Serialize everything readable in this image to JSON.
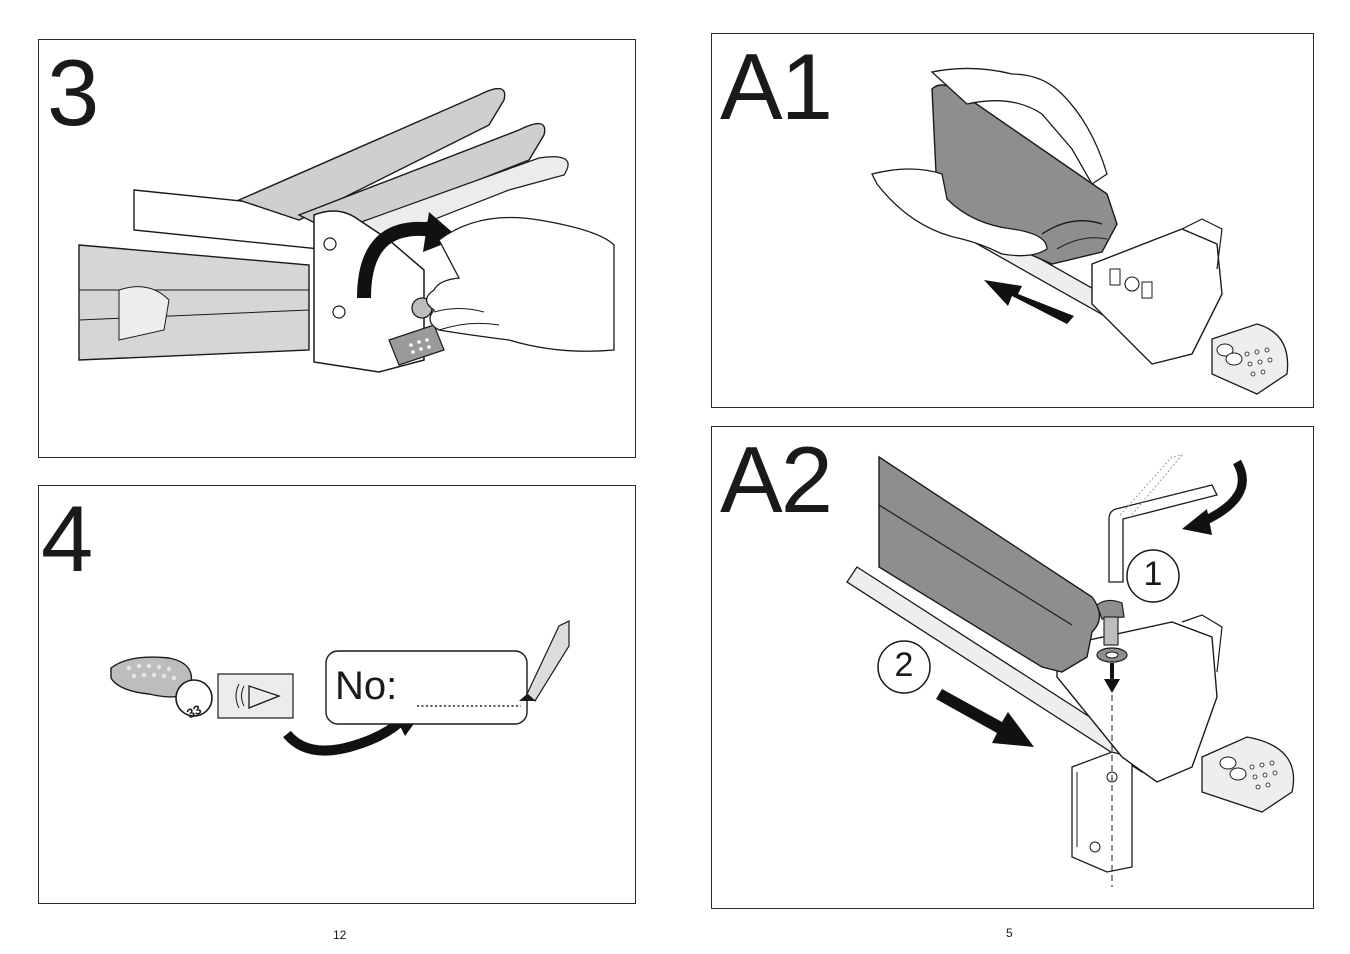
{
  "left_page": {
    "page_number": "12",
    "steps": [
      {
        "label": "3"
      },
      {
        "label": "4",
        "badge_number": "33",
        "no_label": "No:"
      }
    ]
  },
  "right_page": {
    "page_number": "5",
    "steps": [
      {
        "label": "A1"
      },
      {
        "label": "A2",
        "callout_1": "1",
        "callout_2": "2"
      }
    ]
  },
  "colors": {
    "rubber_strip": "#8e8e8e",
    "rail": "#c9c9c9",
    "line": "#1a1a1a"
  }
}
